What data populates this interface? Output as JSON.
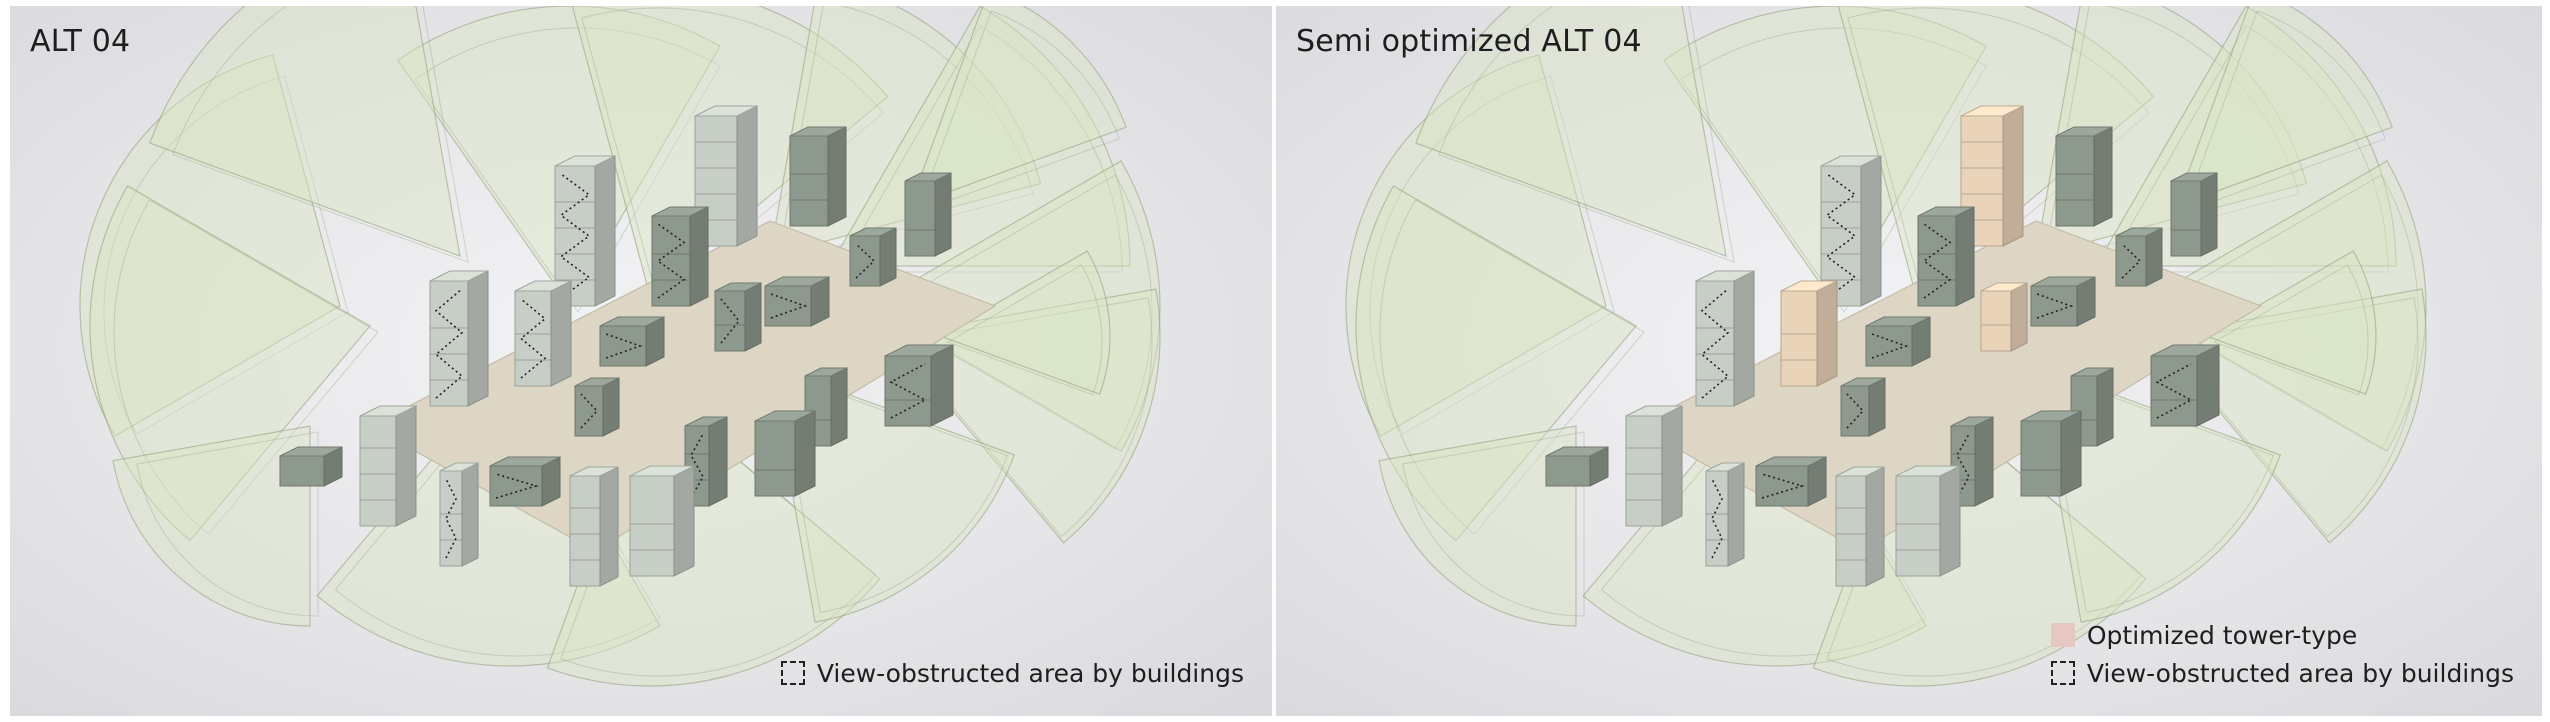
{
  "panels": {
    "left": {
      "title": "ALT 04",
      "legend": [
        {
          "key": "view-obstructed",
          "label": "View-obstructed area by buildings"
        }
      ]
    },
    "right": {
      "title": "Semi optimized ALT 04",
      "legend": [
        {
          "key": "optimized-tower",
          "label": "Optimized tower-type"
        },
        {
          "key": "view-obstructed",
          "label": "View-obstructed area by buildings"
        }
      ]
    }
  },
  "colors": {
    "view_fan_fill": "#d9e4c4",
    "view_fan_stroke": "#8f9f78",
    "site_plate": "#ddd6c4",
    "building_light": "#c7cec5",
    "building_dark": "#8e998d",
    "optimized_tower": "#ead4b9",
    "optimized_swatch": "#e6c7c1",
    "obstructed_dots": "#222222"
  }
}
